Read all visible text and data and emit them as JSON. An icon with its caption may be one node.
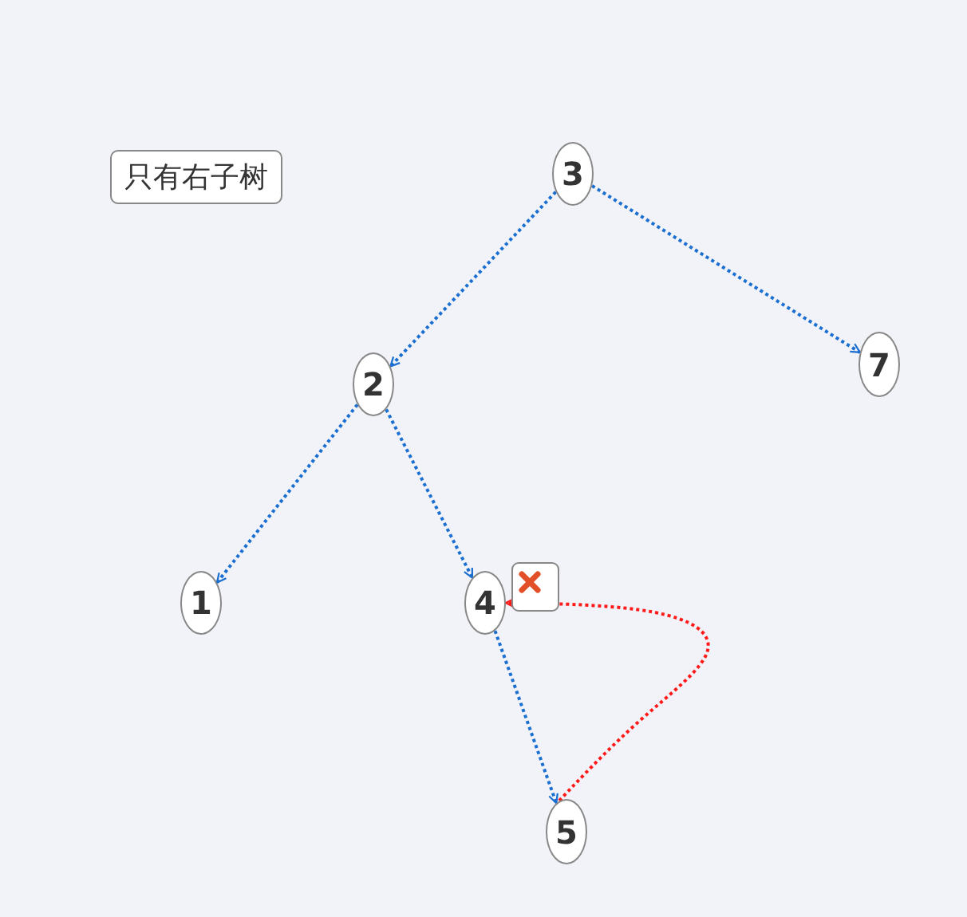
{
  "diagram": {
    "nodes": [
      {
        "text": [
          "只有右子树"
        ]
      },
      {
        "text": [
          "3"
        ]
      },
      {
        "text": [
          "2"
        ]
      },
      {
        "text": [
          "7"
        ]
      },
      {
        "text": [
          "1"
        ]
      },
      {
        "text": [
          "4"
        ]
      },
      {
        "text": [
          "5"
        ]
      }
    ],
    "edges": [
      {
        "from": 1,
        "to": 2,
        "arrow": "to",
        "style": "dashed"
      },
      {
        "from": 1,
        "to": 3,
        "arrow": "to",
        "style": "dashed"
      },
      {
        "from": 2,
        "to": 4,
        "arrow": "to",
        "style": "dashed"
      },
      {
        "from": 2,
        "to": 5,
        "arrow": "to",
        "style": "dashed"
      },
      {
        "from": 5,
        "to": 6,
        "arrow": "to",
        "style": "dashed"
      },
      {
        "from": 6,
        "to": 5,
        "arrow": "to",
        "style": "dashed",
        "color": "#ff1a1a"
      }
    ]
  }
}
